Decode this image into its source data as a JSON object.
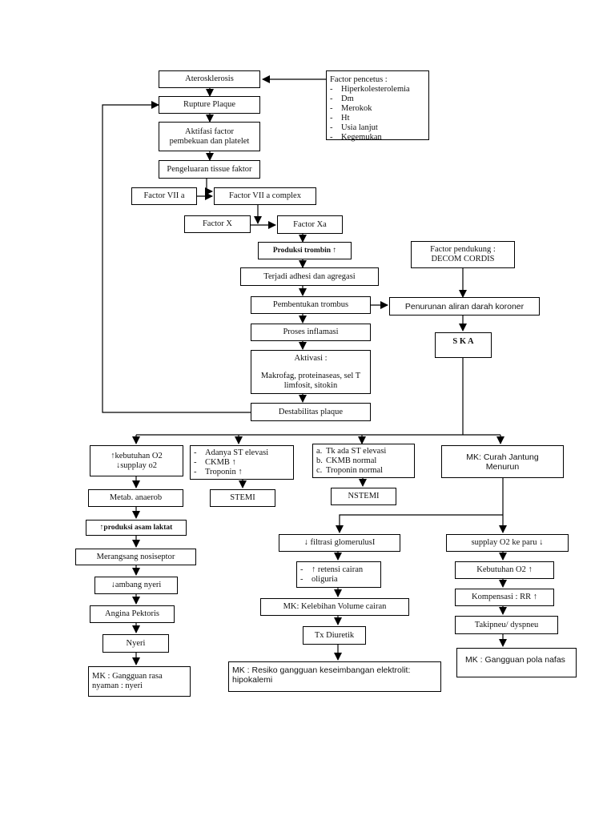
{
  "flow": {
    "aterosklerosis": "Aterosklerosis",
    "factor_pencetus": {
      "title": "Factor pencetus :",
      "bullet": "-",
      "items": [
        "Hiperkolesterolemia",
        "Dm",
        "Merokok",
        "Ht",
        "Usia lanjut",
        "Kegemukan"
      ]
    },
    "rupture_plaque": "Rupture Plaque",
    "aktifasi": [
      "Aktifasi factor",
      "pembekuan dan platelet"
    ],
    "pengeluaran": "Pengeluaran tissue faktor",
    "factor_viia": "Factor VII a",
    "factor_viia_complex": "Factor VII a complex",
    "factor_x": "Factor X",
    "factor_xa": "Factor Xa",
    "produksi_trombin": "Produksi trombin ↑",
    "adhesi": "Terjadi adhesi dan agregasi",
    "pembentukan_trombus": "Pembentukan trombus",
    "proses_inflamasi": "Proses inflamasi",
    "aktivasi": [
      "Aktivasi :",
      "Makrofag, proteinaseas, sel T",
      "limfosit, sitokin"
    ],
    "destabilitas": "Destabilitas plaque",
    "factor_pendukung": [
      "Factor pendukung :",
      "DECOM CORDIS"
    ],
    "penurunan_aliran": "Penurunan aliran darah koroner",
    "ska": "S K A"
  },
  "branch1": {
    "kebutuhan": [
      "↑kebutuhan O2",
      "↓supplay o2"
    ],
    "metab": "Metab. anaerob",
    "produksi_asam": "↑produksi asam laktat",
    "merangsang": "Merangsang nosiseptor",
    "ambang": "↓ambang nyeri",
    "angina": "Angina Pektoris",
    "nyeri": "Nyeri",
    "mk": [
      "MK : Gangguan rasa",
      "nyaman : nyeri"
    ]
  },
  "branch2": {
    "bullet": "-",
    "items": [
      "Adanya ST elevasi",
      "CKMB ↑",
      "Troponin ↑"
    ],
    "stemi": "STEMI"
  },
  "branch3": {
    "markers": [
      "a.",
      "b.",
      "c."
    ],
    "items": [
      "Tk ada ST elevasi",
      "CKMB normal",
      "Troponin normal"
    ],
    "nstemi": "NSTEMI",
    "filtrasi": "↓ filtrasi glomerulusI",
    "bullet": "-",
    "retensi": [
      "↑ retensi cairan",
      "oliguria"
    ],
    "mk_volume": "MK: Kelebihan Volume cairan",
    "tx_diuretik": "Tx Diuretik",
    "mk_elektrolit": [
      "MK : Resiko gangguan keseimbangan elektrolit:",
      "hipokalemi"
    ]
  },
  "branch4": {
    "mk_curah": [
      "MK: Curah Jantung",
      "Menurun"
    ],
    "supplay_paru": "supplay O2 ke paru ↓",
    "kebutuhan_o2": "Kebutuhan O2 ↑",
    "kompensasi": "Kompensasi : RR ↑",
    "takipneu": "Takipneu/ dyspneu",
    "mk_pola": "MK : Gangguan pola nafas"
  }
}
